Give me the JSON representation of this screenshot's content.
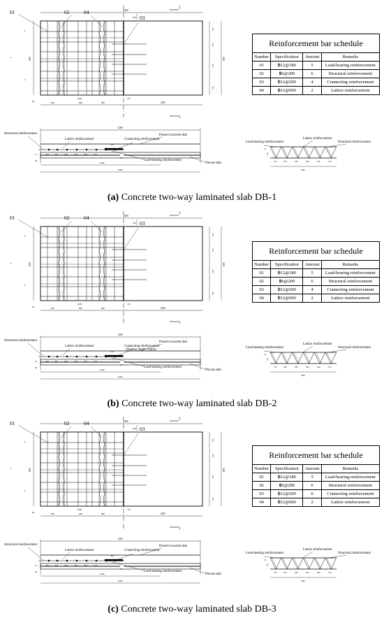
{
  "panels": [
    {
      "caption_letter": "(a)",
      "caption_text": " Concrete two-way laminated slab DB-1",
      "section_connecting_label": "Connecting reinforcement",
      "section_slotting_label": ""
    },
    {
      "caption_letter": "(b)",
      "caption_text": " Concrete two-way laminated slab DB-2",
      "section_connecting_label": "Connecting reinforcement",
      "section_slotting_label": "(Slotting depth 15mm)"
    },
    {
      "caption_letter": "(c)",
      "caption_text": " Concrete two-way laminated slab DB-3",
      "section_connecting_label": "Connecting reinforcement",
      "section_slotting_label": ""
    }
  ],
  "plan_labels": {
    "bar_01": "01",
    "bar_02": "02",
    "bar_03": "03",
    "bar_04": "04",
    "section_mark": "2",
    "dim_total": "2400",
    "dim_left_parts": [
      "800",
      "800",
      "800"
    ],
    "dim_lower_total": "1000",
    "dim_gap": "150",
    "dim_right": "1200",
    "dim_inset": "250",
    "dim_height": "800",
    "dim_small_offset": "80",
    "dim_right_parts": [
      "150",
      "250",
      "250",
      "150"
    ]
  },
  "section_labels": {
    "structural": "Structural reinforcement",
    "lattice": "Lattice reinforcement",
    "poured": "Poured concrete slab",
    "load_bearing": "Load-bearing reinforcement",
    "precast": "Precast slab",
    "dim_top": "1200",
    "dim_spacing": [
      "200",
      "200",
      "200",
      "200",
      "200",
      "150"
    ],
    "dim_mid": "2240",
    "dim_bottom": "2400",
    "dim_top_inset": "250",
    "dim_thick": [
      "15",
      "40",
      "15"
    ]
  },
  "lattice_labels": {
    "load_bearing": "Load-bearing reinforcement",
    "lattice": "Lattice reinforcement",
    "structural": "Structural reinforcement",
    "spacing": [
      "150",
      "180",
      "180",
      "180",
      "180",
      "150"
    ],
    "total": "880",
    "height": "60",
    "thick": "15"
  },
  "schedules": [
    {
      "title": "Reinforcement bar schedule",
      "headers": [
        "Number",
        "Specification",
        "Amount",
        "Remarks"
      ],
      "rows": [
        [
          "01",
          "฿12@180",
          "5",
          "Load-bearing reinforcement"
        ],
        [
          "02",
          "฿6@200",
          "6",
          "Structural reinforcement"
        ],
        [
          "03",
          "฿12@200",
          "4",
          "Connecting reinforcement"
        ],
        [
          "04",
          "฿12@600",
          "2",
          "Lattice reinforcement"
        ]
      ]
    },
    {
      "title": "Reinforcement bar schedule",
      "headers": [
        "Number",
        "Specification",
        "Amount",
        "Remarks"
      ],
      "rows": [
        [
          "01",
          "฿12@180",
          "5",
          "Load-bearing reinforcement"
        ],
        [
          "02",
          "฿6@200",
          "6",
          "Structural reinforcement"
        ],
        [
          "03",
          "฿12@200",
          "4",
          "Connecting reinforcement"
        ],
        [
          "04",
          "฿12@600",
          "2",
          "Lattice reinforcement"
        ]
      ]
    },
    {
      "title": "Reinforcement bar schedule",
      "headers": [
        "Number",
        "Specification",
        "Amount",
        "Remarks"
      ],
      "rows": [
        [
          "01",
          "฿12@180",
          "5",
          "Load-bearing reinforcement"
        ],
        [
          "02",
          "฿6@200",
          "6",
          "Structural reinforcement"
        ],
        [
          "03",
          "฿12@200",
          "6",
          "Connecting reinforcement"
        ],
        [
          "04",
          "฿12@600",
          "2",
          "Lattice reinforcement"
        ]
      ]
    }
  ]
}
